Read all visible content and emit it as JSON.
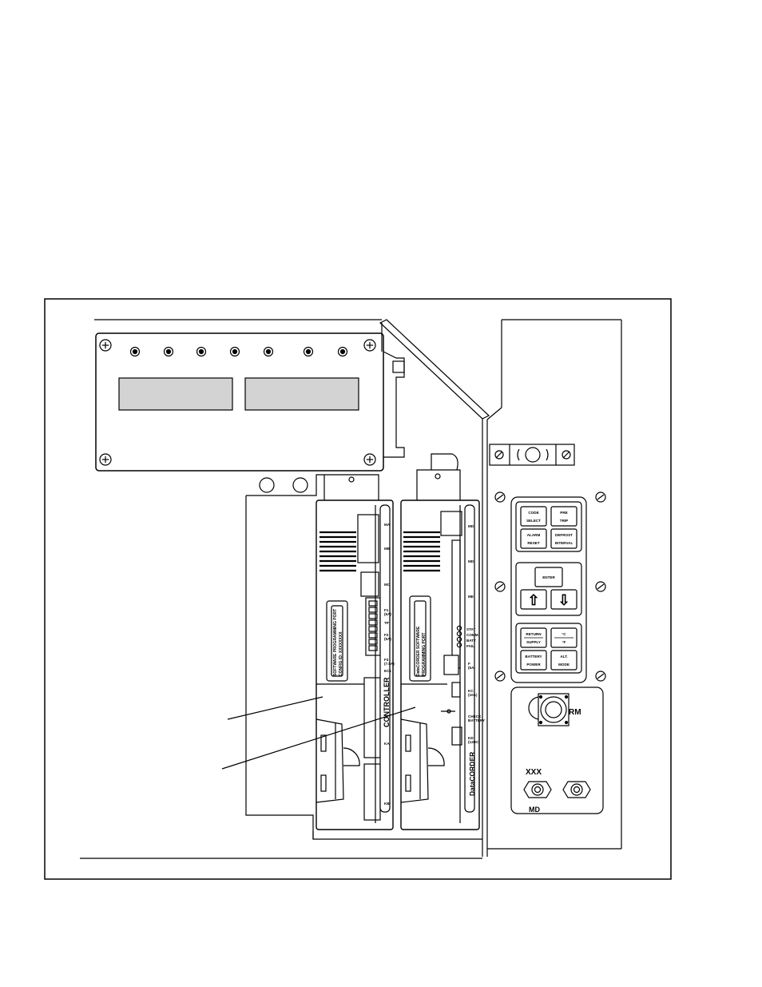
{
  "controller": {
    "module_label": "CONTROLLER",
    "prog_port_line1": "SOFTWARE PROGRAMMING PORT",
    "prog_port_line2": "CONFIG ID: XXXXXXXX",
    "terminals": [
      "MA",
      "MB",
      "MC",
      "F1",
      "(5A)",
      "TP",
      "F2",
      "(5A)",
      "F3",
      "(7.5A)",
      "EC1",
      "KA",
      "KB"
    ]
  },
  "datacorder": {
    "module_label": "DataCORDER",
    "prog_port_line1": "DataCORDER SOFTWARE",
    "prog_port_line2": "PROGRAMMING PORT",
    "status_leds": [
      "STAT",
      "COMM",
      "BATT",
      "FAIL"
    ],
    "terminals": [
      "MD",
      "MD",
      "ME",
      "F",
      "(5A)",
      "KC",
      "(10A)",
      "CHECK",
      "BATTERY",
      "KD",
      "(12DC)"
    ]
  },
  "keypad": {
    "keys": [
      {
        "top": "CODE",
        "bottom": "SELECT"
      },
      {
        "top": "PRE",
        "bottom": "TRIP"
      },
      {
        "top": "ALARM",
        "bottom": "RESET"
      },
      {
        "top": "DEFROST",
        "bottom": "INTERVAL"
      },
      {
        "top": "ENTER",
        "bottom": ""
      },
      {
        "top": "RETURN",
        "bottom": "SUPPLY"
      },
      {
        "top": "°C",
        "bottom": "°F"
      },
      {
        "top": "BATTERY",
        "bottom": "POWER"
      },
      {
        "top": "ALT.",
        "bottom": "MODE"
      }
    ],
    "arrow_up": "⇧",
    "arrow_down": "⇩"
  },
  "receptacle_panel": {
    "receptacle_label": "RM",
    "xxx_label": "XXX",
    "md_label": "MD"
  }
}
